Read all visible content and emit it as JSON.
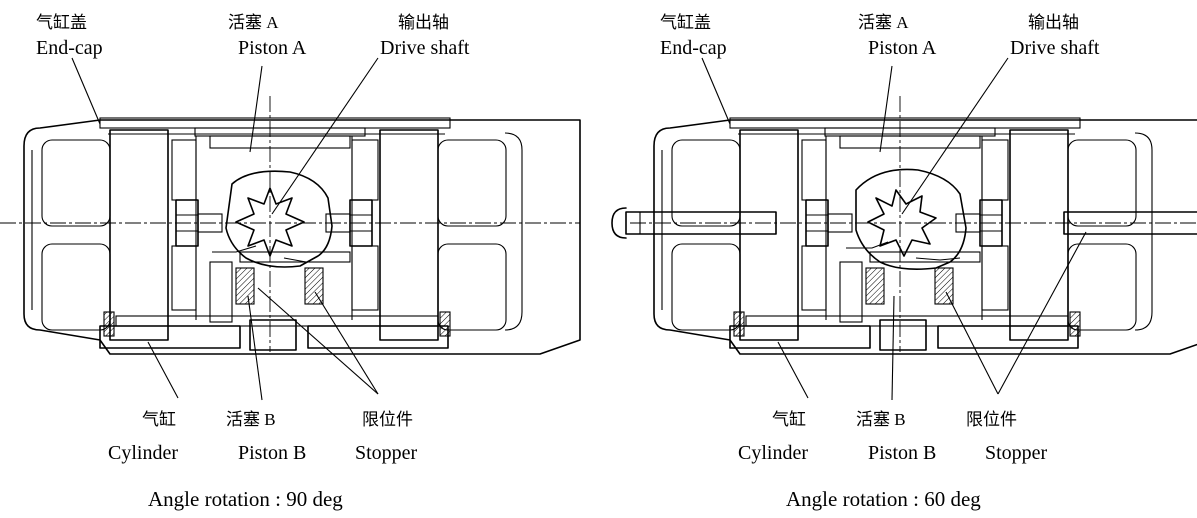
{
  "figures": [
    {
      "id": "left",
      "caption": "Angle rotation : 90 deg",
      "labels": {
        "endcap_cn": "气缸盖",
        "endcap_en": "End-cap",
        "pistonA_cn": "活塞 A",
        "pistonA_en": "Piston A",
        "shaft_cn": "输出轴",
        "shaft_en": "Drive shaft",
        "cylinder_cn": "气缸",
        "cylinder_en": "Cylinder",
        "pistonB_cn": "活塞 B",
        "pistonB_en": "Piston B",
        "stopper_cn": "限位件",
        "stopper_en": "Stopper"
      }
    },
    {
      "id": "right",
      "caption": "Angle rotation : 60 deg",
      "labels": {
        "endcap_cn": "气缸盖",
        "endcap_en": "End-cap",
        "pistonA_cn": "活塞 A",
        "pistonA_en": "Piston A",
        "shaft_cn": "输出轴",
        "shaft_en": "Drive shaft",
        "cylinder_cn": "气缸",
        "cylinder_en": "Cylinder",
        "pistonB_cn": "活塞 B",
        "pistonB_en": "Piston B",
        "stopper_cn": "限位件",
        "stopper_en": "Stopper"
      }
    }
  ]
}
